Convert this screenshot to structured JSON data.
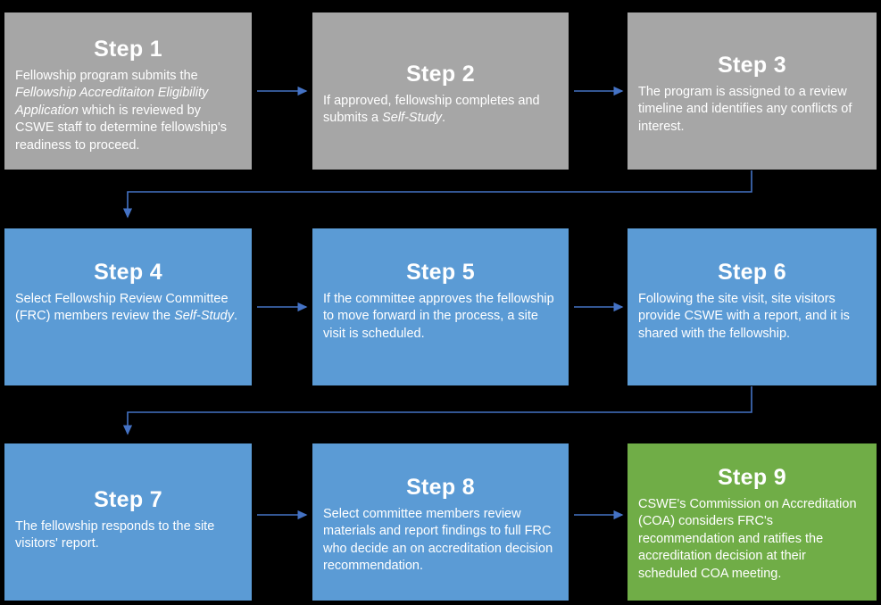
{
  "diagram": {
    "title": "CSWE Fellowship Accreditation Process Flowchart",
    "colors": {
      "gray": "#a6a6a6",
      "blue": "#5b9bd5",
      "green": "#70ad47",
      "arrow": "#4472c4",
      "background": "#000000",
      "text": "#ffffff"
    },
    "steps": [
      {
        "id": "step1",
        "title": "Step 1",
        "color": "gray",
        "body_parts": [
          {
            "text": "Fellowship program submits the ",
            "italic": false
          },
          {
            "text": "Fellowship Accreditaiton Eligibility Application",
            "italic": true
          },
          {
            "text": " which is reviewed by CSWE staff to determine fellowship's readiness to proceed.",
            "italic": false
          }
        ]
      },
      {
        "id": "step2",
        "title": "Step 2",
        "color": "gray",
        "body_parts": [
          {
            "text": "If approved, fellowship completes and submits a ",
            "italic": false
          },
          {
            "text": "Self-Study",
            "italic": true
          },
          {
            "text": ".",
            "italic": false
          }
        ]
      },
      {
        "id": "step3",
        "title": "Step 3",
        "color": "gray",
        "body_parts": [
          {
            "text": "The program is assigned to a review timeline and identifies any conflicts of interest.",
            "italic": false
          }
        ]
      },
      {
        "id": "step4",
        "title": "Step 4",
        "color": "blue",
        "body_parts": [
          {
            "text": "Select Fellowship Review Committee (FRC) members review the ",
            "italic": false
          },
          {
            "text": "Self-Study",
            "italic": true
          },
          {
            "text": ".",
            "italic": false
          }
        ]
      },
      {
        "id": "step5",
        "title": "Step 5",
        "color": "blue",
        "body_parts": [
          {
            "text": "If the committee approves the fellowship to move forward in the process, a site visit is scheduled.",
            "italic": false
          }
        ]
      },
      {
        "id": "step6",
        "title": "Step 6",
        "color": "blue",
        "body_parts": [
          {
            "text": "Following the site visit, site visitors provide CSWE with a report, and it is shared with the fellowship.",
            "italic": false
          }
        ]
      },
      {
        "id": "step7",
        "title": "Step 7",
        "color": "blue",
        "body_parts": [
          {
            "text": "The fellowship responds to the site visitors' report.",
            "italic": false
          }
        ]
      },
      {
        "id": "step8",
        "title": "Step 8",
        "color": "blue",
        "body_parts": [
          {
            "text": "Select committee members review materials and report findings to full FRC who decide an on accreditation decision recommendation.",
            "italic": false
          }
        ]
      },
      {
        "id": "step9",
        "title": "Step 9",
        "color": "green",
        "body_parts": [
          {
            "text": "CSWE's Commission on Accreditation (COA) considers FRC's recommendation and ratifies the accreditation decision at their scheduled COA meeting.",
            "italic": false
          }
        ]
      }
    ],
    "connectors": [
      {
        "name": "arrow-step1-to-step2",
        "type": "horizontal"
      },
      {
        "name": "arrow-step2-to-step3",
        "type": "horizontal"
      },
      {
        "name": "arrow-step3-to-step4",
        "type": "elbow"
      },
      {
        "name": "arrow-step4-to-step5",
        "type": "horizontal"
      },
      {
        "name": "arrow-step5-to-step6",
        "type": "horizontal"
      },
      {
        "name": "arrow-step6-to-step7",
        "type": "elbow"
      },
      {
        "name": "arrow-step7-to-step8",
        "type": "horizontal"
      },
      {
        "name": "arrow-step8-to-step9",
        "type": "horizontal"
      }
    ]
  }
}
